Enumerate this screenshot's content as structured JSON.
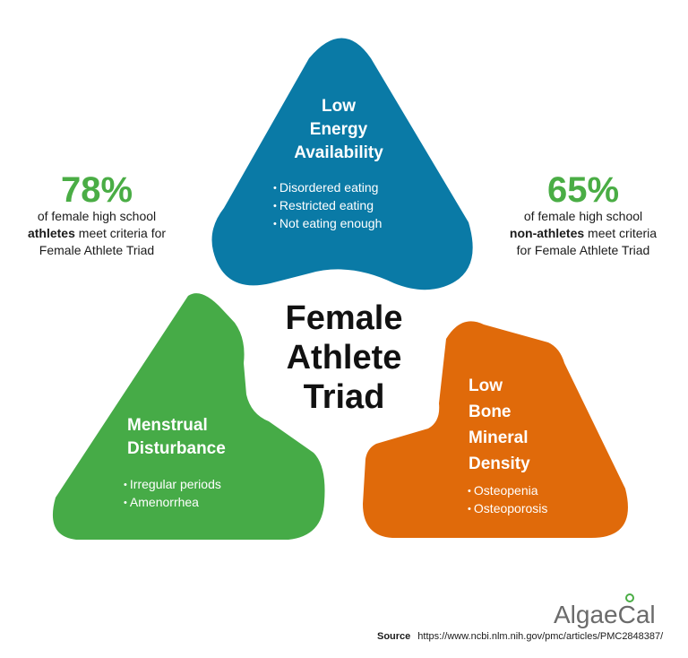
{
  "center_title": [
    "Female",
    "Athlete",
    "Triad"
  ],
  "top_shape": {
    "title": [
      "Low",
      "Energy",
      "Availability"
    ],
    "bullets": [
      "Disordered eating",
      "Restricted eating",
      "Not eating enough"
    ],
    "color": "#0a7aa6"
  },
  "left_shape": {
    "title": [
      "Menstrual",
      "Disturbance"
    ],
    "bullets": [
      "Irregular periods",
      "Amenorrhea"
    ],
    "color": "#46ab47"
  },
  "right_shape": {
    "title": [
      "Low",
      "Bone",
      "Mineral",
      "Density"
    ],
    "bullets": [
      "Osteopenia",
      "Osteoporosis"
    ],
    "color": "#e06a0a"
  },
  "stat_left": {
    "value": "78%",
    "line1": "of female high school",
    "bold": "athletes",
    "line2_rest": " meet criteria for",
    "line3": "Female Athlete Triad"
  },
  "stat_right": {
    "value": "65%",
    "line1": "of female high school",
    "bold": "non-athletes",
    "line2_rest": " meet criteria",
    "line3": "for Female Athlete Triad"
  },
  "logo": {
    "text": "AlgaeCal"
  },
  "source": {
    "label": "Source",
    "url": "https://www.ncbi.nlm.nih.gov/pmc/articles/PMC2848387/"
  },
  "colors": {
    "stat_green": "#4aad45"
  }
}
